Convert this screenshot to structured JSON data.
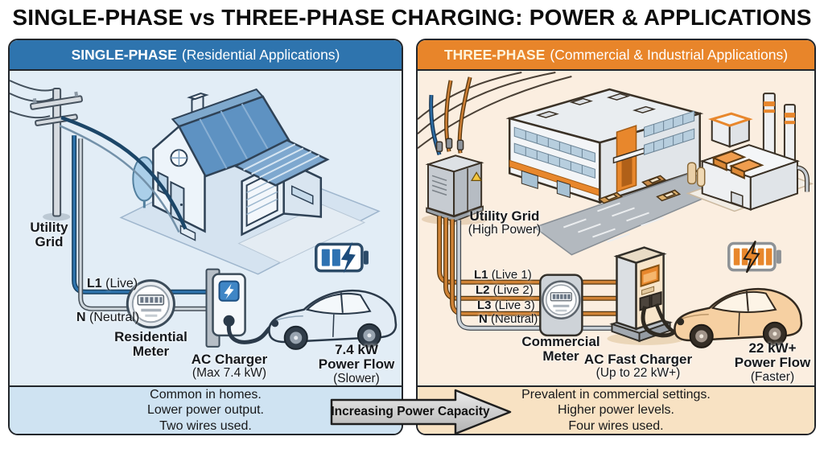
{
  "title": "SINGLE-PHASE vs THREE-PHASE CHARGING: POWER & APPLICATIONS",
  "arrow_label": "Increasing Power Capacity",
  "colors": {
    "left_accent": "#2e74ae",
    "right_accent": "#e8852a",
    "left_body_bg": "#e2edf6",
    "right_body_bg": "#fbeee0",
    "left_footer_bg": "#cfe3f2",
    "right_footer_bg": "#f8e2c3"
  },
  "left": {
    "header_title": "SINGLE-PHASE",
    "header_subtitle": "(Residential Applications)",
    "utility_grid": "Utility Grid",
    "wire_l1_id": "L1",
    "wire_l1_desc": "(Live)",
    "wire_n_id": "N",
    "wire_n_desc": "(Neutral)",
    "meter_label": "Residential Meter",
    "charger_name": "AC Charger",
    "charger_spec": "(Max 7.4 kW)",
    "power_value": "7.4 kW",
    "power_label": "Power Flow",
    "power_note": "(Slower)",
    "footer_line1": "Common in homes.",
    "footer_line2": "Lower power output.",
    "footer_line3": "Two wires used."
  },
  "right": {
    "header_title": "THREE-PHASE",
    "header_subtitle": "(Commercial & Industrial Applications)",
    "utility_grid": "Utility Grid",
    "utility_grid_note": "(High Power)",
    "wire_l1_id": "L1",
    "wire_l1_desc": "(Live 1)",
    "wire_l2_id": "L2",
    "wire_l2_desc": "(Live 2)",
    "wire_l3_id": "L3",
    "wire_l3_desc": "(Live 3)",
    "wire_n_id": "N",
    "wire_n_desc": "(Neutral)",
    "meter_label": "Commercial Meter",
    "charger_name": "AC Fast Charger",
    "charger_spec": "(Up to 22 kW+)",
    "power_value": "22 kW+",
    "power_label": "Power Flow",
    "power_note": "(Faster)",
    "footer_line1": "Prevalent in commercial settings.",
    "footer_line2": "Higher power levels.",
    "footer_line3": "Four wires used."
  }
}
